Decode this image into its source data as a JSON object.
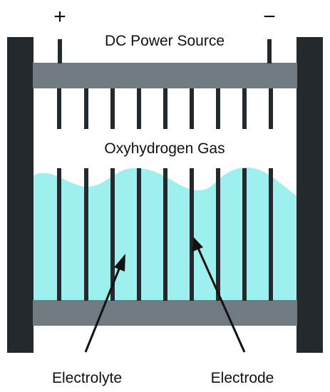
{
  "labels": {
    "plus": "+",
    "minus": "−",
    "power_source": "DC Power Source",
    "gas": "Oxyhydrogen Gas",
    "electrolyte": "Electrolyte",
    "electrode": "Electrode"
  },
  "colors": {
    "frame": "#24292e",
    "bar": "#6f7b80",
    "electrolyte": "#9ef0ee",
    "electrode": "#24292e",
    "text": "#111111",
    "background": "#ffffff"
  },
  "electrode_count": 9
}
